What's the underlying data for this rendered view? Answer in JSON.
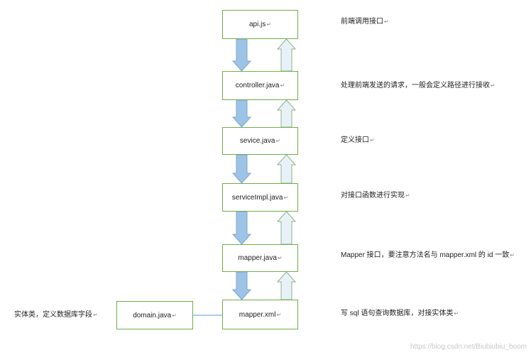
{
  "boxes": {
    "api": "api.js",
    "controller": "controller.java",
    "service": "sevice.java",
    "impl": "serviceImpl.java",
    "mapper": "mapper.java",
    "xml": "mapper.xml",
    "domain": "domain.java"
  },
  "notes": {
    "api": "前端调用接口",
    "controller": "处理前端发送的请求，一般会定义路径进行接收",
    "service": "定义接口",
    "impl": "对接口函数进行实现",
    "mapper": "Mapper 接口，要注意方法名与 mapper.xml 的 id 一致",
    "xml": "写 sql 语句查询数据库，对接实体类",
    "domain": "实体类，定义数据库字段"
  },
  "watermark": "https://blog.csdn.net/Biubiubiu_boom",
  "colors": {
    "box_border": "#70ad47",
    "down_arrow_fill": "#9dc3e6",
    "down_arrow_stroke": "#7aa7cf",
    "up_arrow_fill": "#e8f1f8",
    "up_arrow_stroke": "#8cb58a",
    "connector": "#5b9bd5"
  }
}
